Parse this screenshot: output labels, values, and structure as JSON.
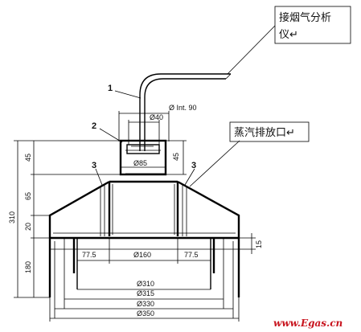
{
  "callouts": {
    "top": "接烟气分析",
    "top_line2": "仪↵",
    "middle": "蒸汽排放口↵"
  },
  "leaders": {
    "l1": "1",
    "l2": "2",
    "l3a": "3",
    "l3b": "3"
  },
  "dimensions": {
    "d_int90": "Ø Int. 90",
    "d40": "Ø40",
    "d85": "Ø85",
    "h45_right": "45",
    "h45_left": "45",
    "h65": "65",
    "h20": "20",
    "h180": "180",
    "h310": "310",
    "h15": "15",
    "w775_left": "77.5",
    "w160": "Ø160",
    "w775_right": "77.5",
    "d310": "Ø310",
    "d315": "Ø315",
    "d330": "Ø330",
    "d350": "Ø350"
  },
  "watermark": "www.Egas.cn"
}
